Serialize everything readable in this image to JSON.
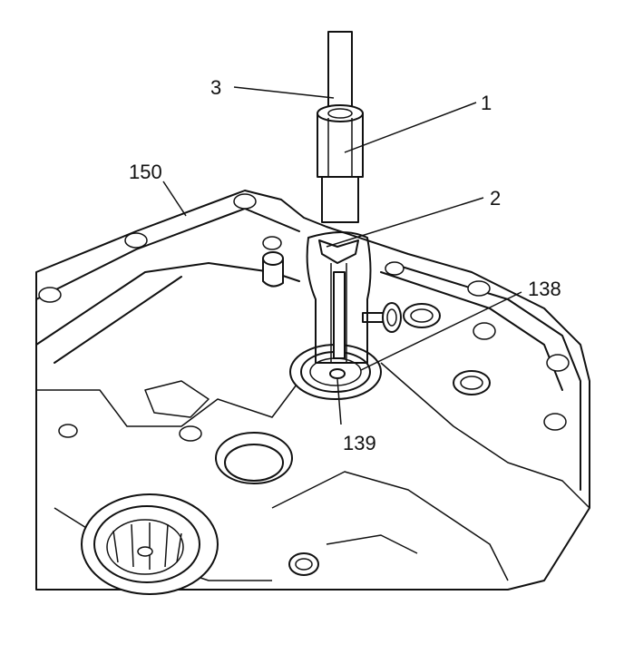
{
  "callouts": {
    "c1": "1",
    "c2": "2",
    "c3": "3",
    "c138": "138",
    "c139": "139",
    "c150": "150"
  },
  "colors": {
    "line": "#111111",
    "shade": "#d8d8d8",
    "background": "#ffffff"
  }
}
